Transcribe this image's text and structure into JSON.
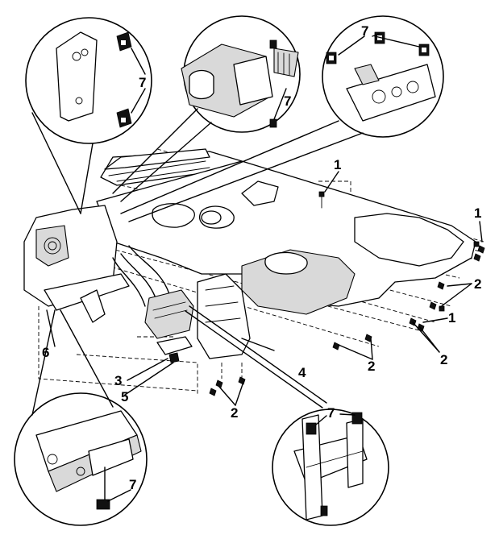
{
  "callouts": {
    "c1a": "1",
    "c1b": "1",
    "c1c": "1",
    "c2a": "2",
    "c2b": "2",
    "c2c": "2",
    "c2d": "2",
    "c3": "3",
    "c4": "4",
    "c5": "5",
    "c6": "6",
    "c7a": "7",
    "c7b": "7",
    "c7c": "7",
    "c7d": "7",
    "c7e": "7"
  }
}
